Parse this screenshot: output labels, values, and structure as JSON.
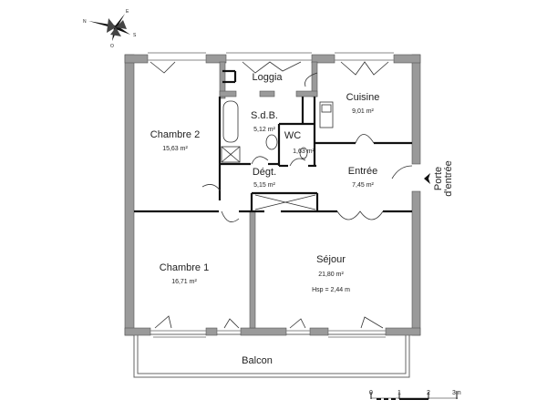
{
  "compass": {
    "labels": [
      "N",
      "E",
      "S",
      "O"
    ]
  },
  "rooms": [
    {
      "name": "Chambre 2",
      "area": "15,63 m²"
    },
    {
      "name": "Loggia",
      "area": ""
    },
    {
      "name": "S.d.B.",
      "area": "5,12 m²"
    },
    {
      "name": "WC",
      "area": "1,63 m²"
    },
    {
      "name": "Cuisine",
      "area": "9,01 m²"
    },
    {
      "name": "Dégt.",
      "area": "5,15 m²"
    },
    {
      "name": "Entrée",
      "area": "7,45 m²"
    },
    {
      "name": "Chambre 1",
      "area": "16,71 m²"
    },
    {
      "name": "Séjour",
      "area": "21,80 m²",
      "height": "Hsp = 2,44 m"
    },
    {
      "name": "Balcon",
      "area": ""
    }
  ],
  "entrance": {
    "line1": "Porte",
    "line2": "d'entrée"
  },
  "scale": {
    "ticks": [
      "0",
      "1",
      "2",
      "3m"
    ]
  },
  "colors": {
    "wall": "#9a9a9a",
    "line": "#111111"
  }
}
